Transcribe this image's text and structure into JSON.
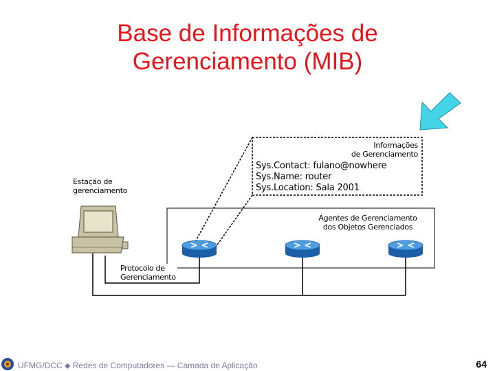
{
  "title": {
    "line1": "Base de Informações de",
    "line2": "Gerenciamento (MIB)"
  },
  "labels": {
    "station": {
      "line1": "Estação de",
      "line2": "gerenciamento"
    },
    "info": {
      "line1": "Informações",
      "line2": "de Gerenciamento"
    },
    "agents": {
      "line1": "Agentes de Gerenciamento",
      "line2": "dos Objetos Gerenciados"
    },
    "protocol": {
      "line1": "Protocolo de",
      "line2": "Gerenciamento"
    }
  },
  "mib_entries": [
    "Sys.Contact: fulano@nowhere",
    "Sys.Name: router",
    "Sys.Location: Sala 2001"
  ],
  "footer": {
    "text": "UFMG/DCC ⬥ Redes de Computadores — Camada de Aplicação",
    "page": "64"
  },
  "colors": {
    "title": "#e8141c",
    "router": "#1e6fc4",
    "arrow": "#44d4e8",
    "footer": "#7a7aa2"
  },
  "icons": {
    "station": "terminal-computer-icon",
    "router": "router-icon",
    "pointer": "arrow-icon",
    "logo": "ufmg-logo-icon"
  }
}
